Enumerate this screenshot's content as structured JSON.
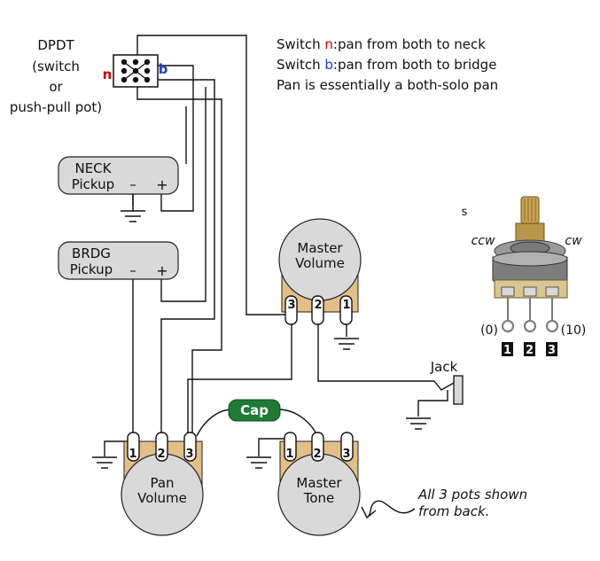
{
  "switch": {
    "title_lines": [
      "DPDT",
      "(switch",
      "or",
      "push-pull pot)"
    ],
    "n_label": "n",
    "b_label": "b"
  },
  "notes": {
    "line1_prefix": "Switch ",
    "line1_key": "n",
    "line1_rest": ":pan from both to neck",
    "line2_prefix": "Switch ",
    "line2_key": "b",
    "line2_rest": ":pan from both to bridge",
    "line3": "Pan is essentially a both-solo pan"
  },
  "neck_pickup": {
    "line1": "NECK",
    "line2": "Pickup",
    "minus": "–",
    "plus": "+"
  },
  "bridge_pickup": {
    "line1": "BRDG",
    "line2": "Pickup",
    "minus": "–",
    "plus": "+"
  },
  "master_volume": {
    "line1": "Master",
    "line2": "Volume",
    "lugs": [
      "3",
      "2",
      "1"
    ]
  },
  "pan_volume": {
    "line1": "Pan",
    "line2": "Volume",
    "lugs": [
      "1",
      "2",
      "3"
    ]
  },
  "master_tone": {
    "line1": "Master",
    "line2": "Tone",
    "lugs": [
      "1",
      "2",
      "3"
    ]
  },
  "cap": {
    "label": "Cap"
  },
  "jack": {
    "label": "Jack"
  },
  "pot_photo": {
    "s_label": "s",
    "ccw_label": "ccw",
    "cw_label": "cw",
    "left_value": "(0)",
    "right_value": "(10)",
    "lugs": [
      "1",
      "2",
      "3"
    ]
  },
  "back_note": {
    "line1": "All 3 pots shown",
    "line2": "from back."
  },
  "colors": {
    "n_color": "#cc0000",
    "b_color": "#1a3fc8",
    "cap_color": "#1e7a35",
    "tab_color": "#e3bf88"
  }
}
